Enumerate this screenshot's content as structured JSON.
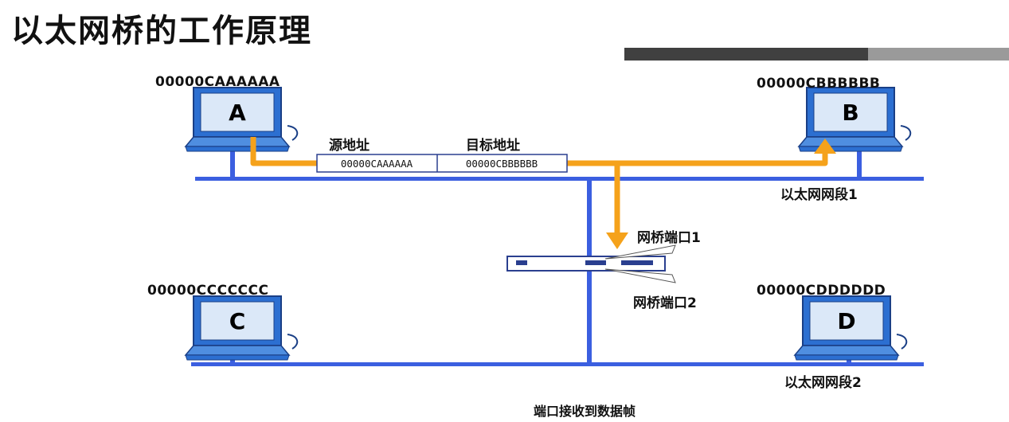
{
  "title": "以太网桥的工作原理",
  "hosts": {
    "a": {
      "label": "A",
      "mac": "00000CAAAAAA"
    },
    "b": {
      "label": "B",
      "mac": "00000CBBBBBB"
    },
    "c": {
      "label": "C",
      "mac": "00000CCCCCCC"
    },
    "d": {
      "label": "D",
      "mac": "00000CDDDDDD"
    }
  },
  "frame": {
    "src_header": "源地址",
    "dst_header": "目标地址",
    "src_value": "00000CAAAAAA",
    "dst_value": "00000CBBBBBB"
  },
  "segments": {
    "seg1": "以太网网段1",
    "seg2": "以太网网段2"
  },
  "bridge": {
    "port1": "网桥端口1",
    "port2": "网桥端口2"
  },
  "caption": "端口接收到数据帧",
  "colors": {
    "segment": "#3b5fe0",
    "frame_path": "#f5a21b",
    "pc_body": "#2c6fd1",
    "pc_screen": "#cfe0f5"
  }
}
